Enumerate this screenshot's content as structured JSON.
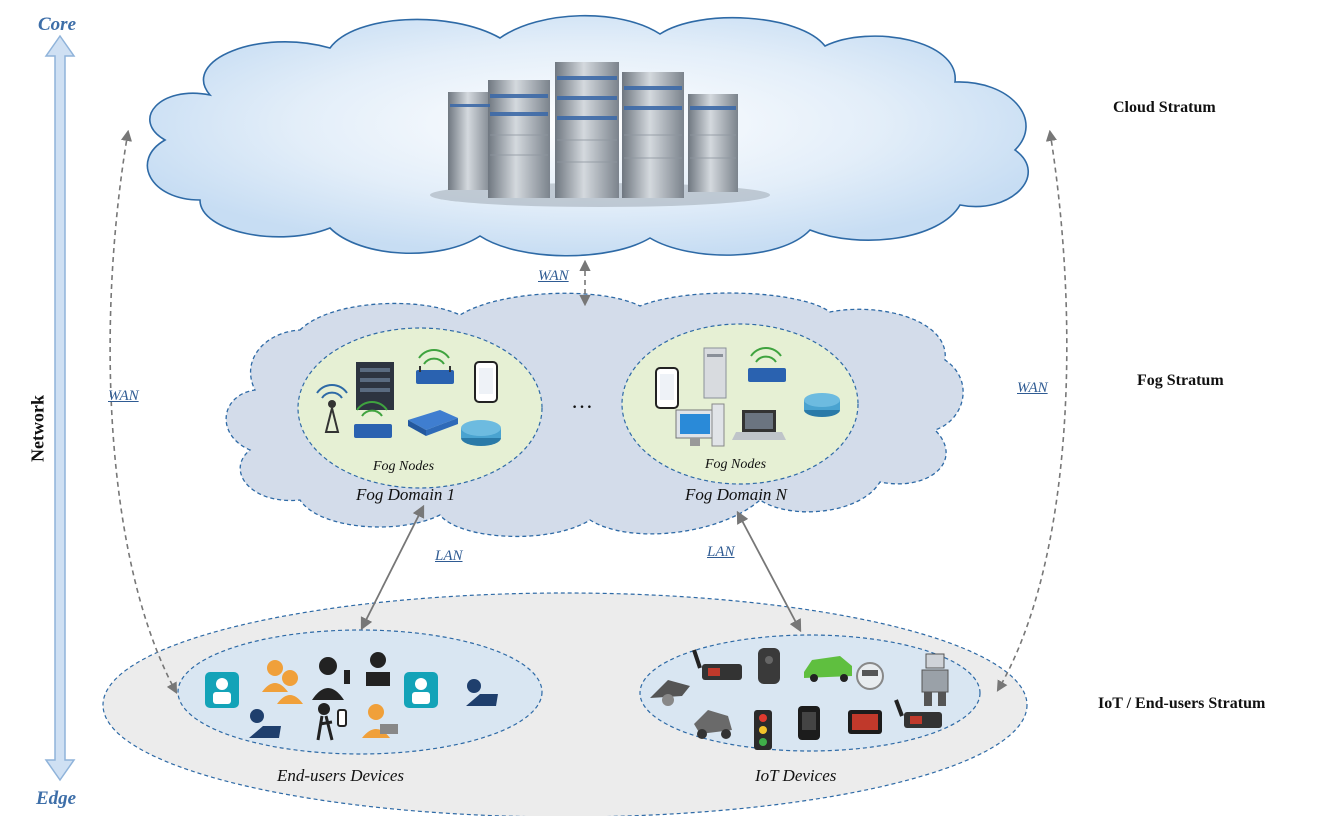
{
  "axis": {
    "top_label": "Core",
    "bottom_label": "Edge",
    "side_label": "Network"
  },
  "strata": {
    "cloud": "Cloud Stratum",
    "fog": "Fog Stratum",
    "iot": "IoT / End-users Stratum"
  },
  "links": {
    "wan_left": "WAN",
    "wan_center": "WAN",
    "wan_right": "WAN",
    "lan_left": "LAN",
    "lan_right": "LAN"
  },
  "fog": {
    "domain_1": {
      "nodes_label": "Fog Nodes",
      "name": "Fog Domain 1"
    },
    "domain_n": {
      "nodes_label": "Fog Nodes",
      "name": "Fog Domain N"
    },
    "ellipsis": "…"
  },
  "edge": {
    "end_users_label": "End-users Devices",
    "iot_label": "IoT Devices"
  },
  "colors": {
    "cloud_fill": "#cfe2f5",
    "cloud_stroke": "#2e6aa6",
    "fog_fill": "#d3dcea",
    "domain_fill": "#e6f0d4",
    "edge_fill": "#ececec",
    "edge_group_fill": "#d9e6f2",
    "axis_arrow": "#bcd4ec",
    "link_color": "#777777"
  }
}
